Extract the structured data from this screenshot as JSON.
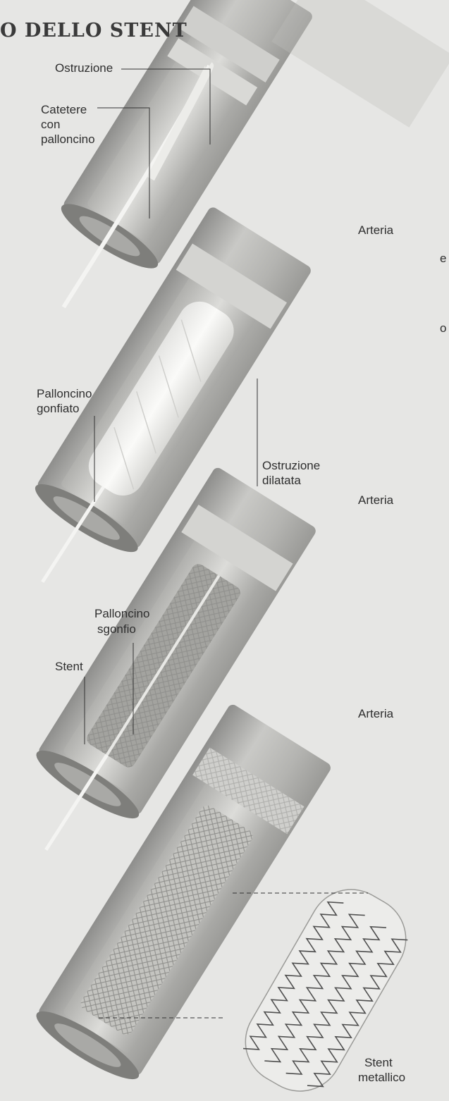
{
  "title": "O DELLO STENT",
  "edge_fragments": [
    "e",
    "o"
  ],
  "panels": [
    {
      "labels": {
        "ostruzione": "Ostruzione",
        "catetere": [
          "Catetere",
          "con",
          "palloncino"
        ],
        "arteria": "Arteria"
      }
    },
    {
      "labels": {
        "palloncino_gonfiato": [
          "Palloncino",
          "gonfiato"
        ],
        "ostruzione_dilatata": [
          "Ostruzione",
          "dilatata"
        ],
        "arteria": "Arteria"
      }
    },
    {
      "labels": {
        "palloncino_sgonfio": [
          "Palloncino",
          "sgonfio"
        ],
        "stent": "Stent",
        "arteria": "Arteria"
      }
    },
    {
      "labels": {
        "stent_metallico": [
          "Stent",
          "metallico"
        ]
      }
    }
  ]
}
